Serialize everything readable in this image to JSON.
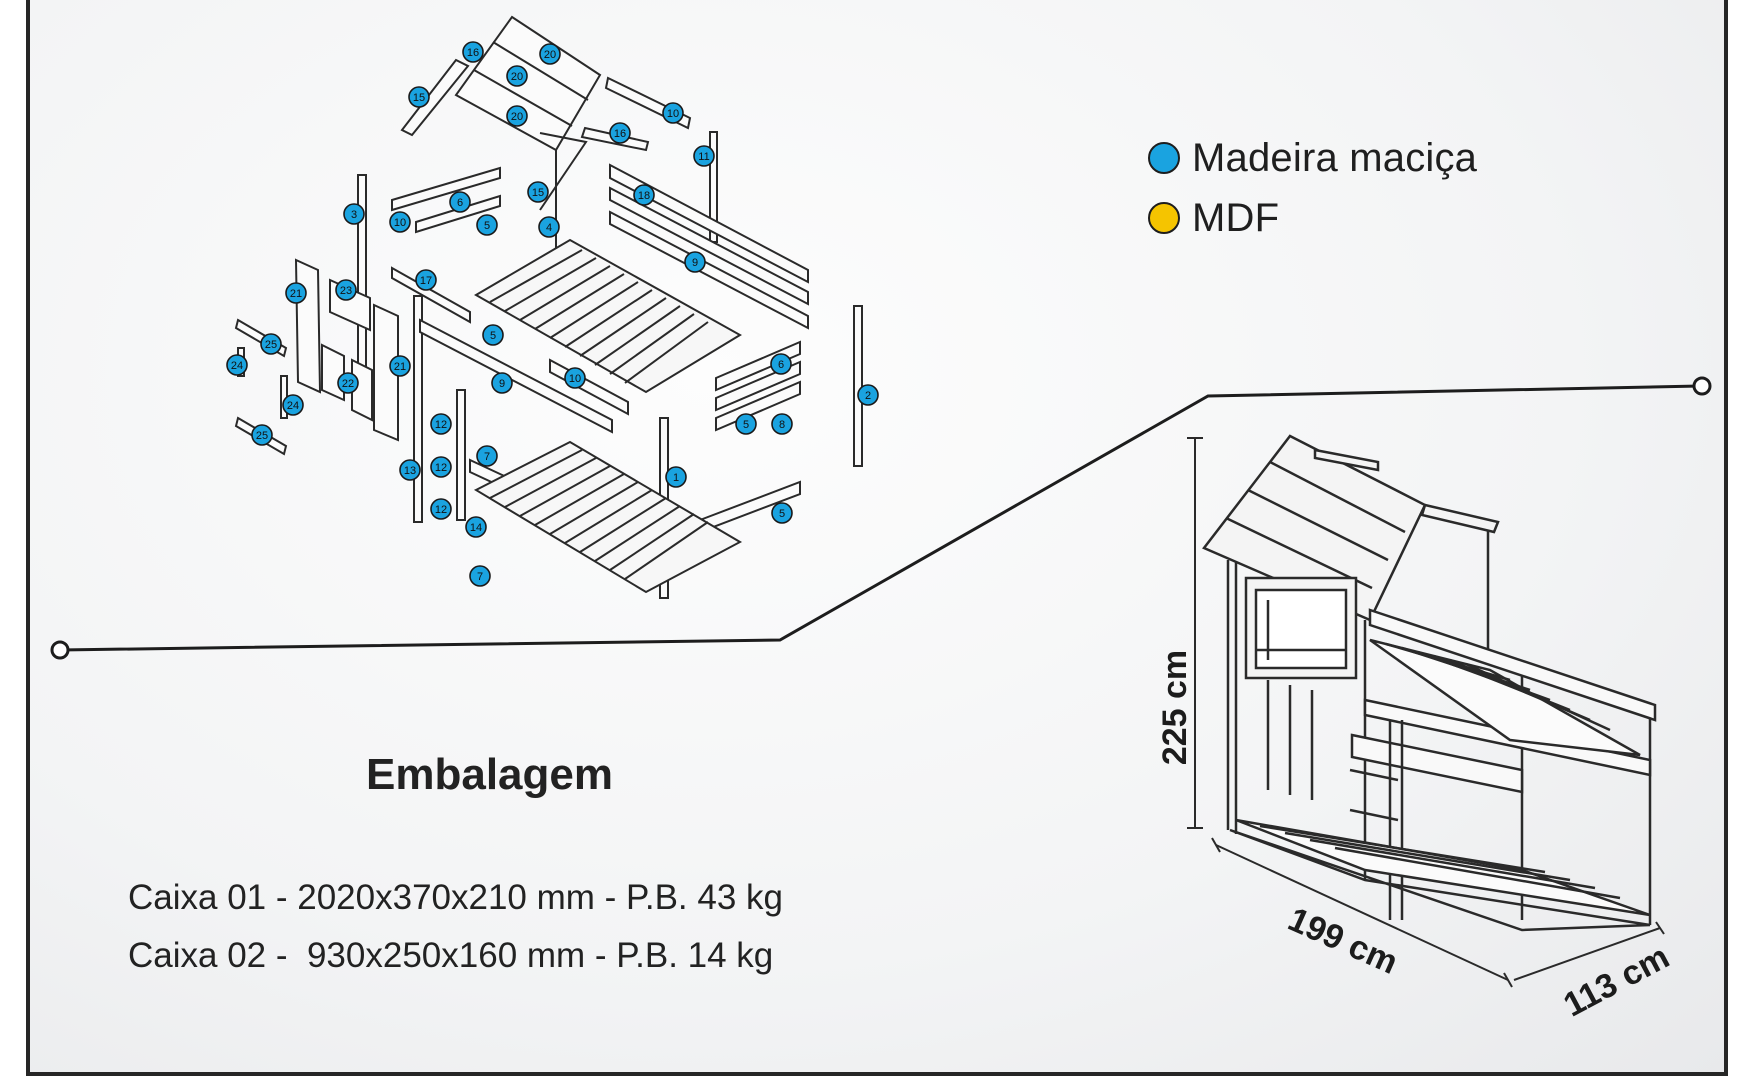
{
  "legend": {
    "items": [
      {
        "label": "Madeira maciça",
        "color": "#1aa3e0"
      },
      {
        "label": "MDF",
        "color": "#f5c400"
      }
    ]
  },
  "parts": [
    {
      "n": "20"
    },
    {
      "n": "16"
    },
    {
      "n": "20"
    },
    {
      "n": "15"
    },
    {
      "n": "20"
    },
    {
      "n": "10"
    },
    {
      "n": "16"
    },
    {
      "n": "11"
    },
    {
      "n": "3"
    },
    {
      "n": "6"
    },
    {
      "n": "15"
    },
    {
      "n": "18"
    },
    {
      "n": "10"
    },
    {
      "n": "5"
    },
    {
      "n": "4"
    },
    {
      "n": "9"
    },
    {
      "n": "17"
    },
    {
      "n": "21"
    },
    {
      "n": "23"
    },
    {
      "n": "5"
    },
    {
      "n": "25"
    },
    {
      "n": "24"
    },
    {
      "n": "21"
    },
    {
      "n": "9"
    },
    {
      "n": "10"
    },
    {
      "n": "6"
    },
    {
      "n": "22"
    },
    {
      "n": "24"
    },
    {
      "n": "2"
    },
    {
      "n": "12"
    },
    {
      "n": "5"
    },
    {
      "n": "8"
    },
    {
      "n": "25"
    },
    {
      "n": "7"
    },
    {
      "n": "13"
    },
    {
      "n": "12"
    },
    {
      "n": "1"
    },
    {
      "n": "12"
    },
    {
      "n": "14"
    },
    {
      "n": "5"
    },
    {
      "n": "7"
    }
  ],
  "packaging": {
    "title": "Embalagem",
    "lines": [
      "Caixa 01 - 2020x370x210 mm - P.B. 43 kg",
      "Caixa 02 -  930x250x160 mm - P.B. 14 kg"
    ]
  },
  "dimensions": {
    "height": "225 cm",
    "length": "199 cm",
    "width": "113 cm"
  }
}
